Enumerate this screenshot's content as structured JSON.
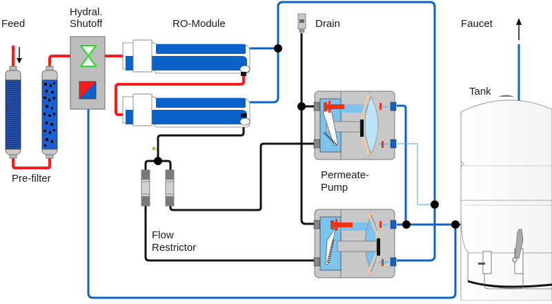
{
  "diagram": {
    "title": "Reverse osmosis system with permeate pump",
    "labels": {
      "feed": "Feed",
      "shutoff_line1": "Hydral.",
      "shutoff_line2": "Shutoff",
      "ro_module": "RO-Module",
      "drain": "Drain",
      "faucet": "Faucet",
      "tank": "Tank",
      "prefilter": "Pre-filter",
      "pump_line1": "Permeate-",
      "pump_line2": "Pump",
      "restrictor_line1": "Flow",
      "restrictor_line2": "Restrictor"
    },
    "components": [
      {
        "id": "feed-inlet",
        "name": "Feed"
      },
      {
        "id": "sediment-prefilter",
        "name": "Pre-filter (sediment)"
      },
      {
        "id": "carbon-prefilter",
        "name": "Pre-filter (carbon)"
      },
      {
        "id": "hydraulic-shutoff",
        "name": "Hydral. Shutoff"
      },
      {
        "id": "ro-membrane-1",
        "name": "RO-Module"
      },
      {
        "id": "ro-membrane-2",
        "name": "RO-Module"
      },
      {
        "id": "flow-restrictor-1",
        "name": "Flow Restrictor"
      },
      {
        "id": "flow-restrictor-2",
        "name": "Flow Restrictor"
      },
      {
        "id": "permeate-pump-1",
        "name": "Permeate-Pump"
      },
      {
        "id": "permeate-pump-2",
        "name": "Permeate-Pump"
      },
      {
        "id": "drain-outlet",
        "name": "Drain"
      },
      {
        "id": "storage-tank",
        "name": "Tank"
      },
      {
        "id": "faucet-outlet",
        "name": "Faucet"
      }
    ],
    "lines": {
      "feed_water": "red",
      "permeate": "blue",
      "concentrate": "black"
    },
    "colors": {
      "feed_line": "#ff1a1a",
      "permeate_line": "#0a62c9",
      "concentrate_line": "#111111",
      "membrane_blue": "#0a62c9",
      "housing_gray": "#c8c8c8",
      "pump_chamber": "#7cc3ee",
      "valve_green": "#22dd22",
      "diaphragm": "#f5c9a0",
      "piston_red": "#ee3311"
    }
  }
}
